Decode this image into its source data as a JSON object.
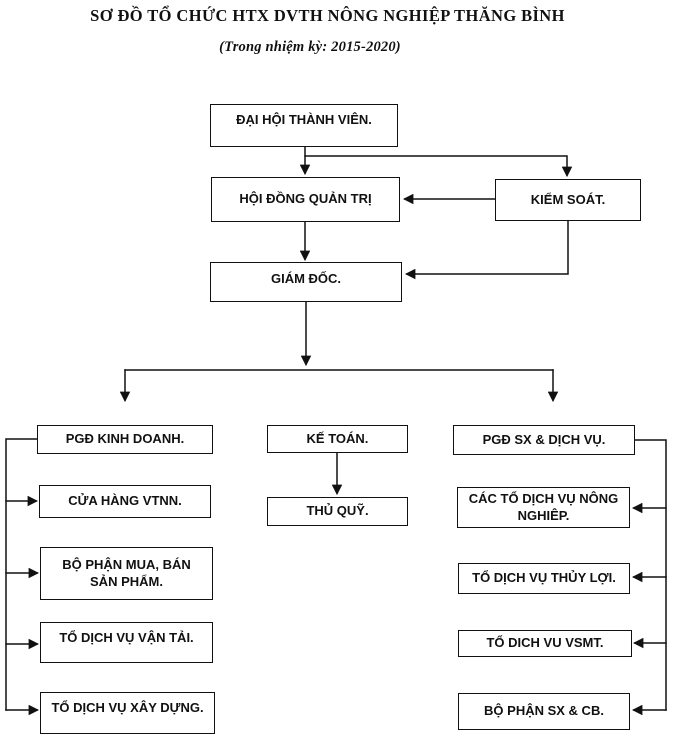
{
  "header": {
    "title": "SƠ ĐỒ TỔ CHỨC HTX DVTH NÔNG NGHIỆP THĂNG BÌNH",
    "subtitle": "(Trong nhiệm kỳ: 2015-2020)"
  },
  "nodes": {
    "dai_hoi": "ĐẠI HỘI THÀNH VIÊN.",
    "hoi_dong": "HỘI ĐỒNG QUẢN TRỊ",
    "kiem_soat": "KIỂM SOÁT.",
    "giam_doc": "GIÁM ĐỐC.",
    "pgd_kinh_doanh": "PGĐ KINH DOANH.",
    "ke_toan": "KẾ TOÁN.",
    "pgd_sx_dich_vu": "PGĐ SX & DỊCH VỤ.",
    "cua_hang_vtnn": "CỬA HÀNG VTNN.",
    "thu_quy": "THỦ QUỸ.",
    "cac_to_dich_vu_nong_nghiep": "CÁC TỔ DỊCH VỤ NÔNG\nNGHIÊP.",
    "bo_phan_mua_ban": "BỘ PHẬN MUA, BÁN\nSẢN PHẨM.",
    "to_dich_vu_thuy_loi": "TỔ DỊCH VỤ THỦY LỢI.",
    "to_dich_vu_van_tai": "TỔ DỊCH VỤ VẬN TẢI.",
    "to_dich_vu_vsmt": "TỔ DICH VU VSMT.",
    "to_dich_vu_xay_dung": "TỔ DỊCH VỤ XÂY DỰNG.",
    "bo_phan_sx_cb": "BỘ PHẬN SX & CB."
  },
  "colors": {
    "line": "#111111",
    "box_border": "#111111",
    "text": "#111111",
    "background": "#ffffff"
  }
}
